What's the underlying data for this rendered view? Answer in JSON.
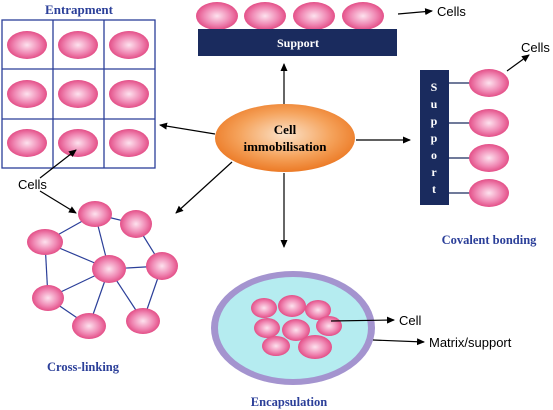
{
  "colors": {
    "accent_navy": "#1a2b5e",
    "title_blue": "#2b3f99",
    "cell_pink": "#e8528a",
    "center_orange": "#f08a34",
    "capsule_cyan": "#b5ecf0",
    "capsule_rim": "#a494cf"
  },
  "center": {
    "line1": "Cell",
    "line2": "immobilisation"
  },
  "entrapment": {
    "title": "Entrapment"
  },
  "support_top": {
    "label": "Support",
    "cells_label": "Cells"
  },
  "covalent": {
    "support_letters": [
      "S",
      "u",
      "p",
      "p",
      "o",
      "r",
      "t"
    ],
    "cells_label": "Cells",
    "title": "Covalent bonding"
  },
  "crosslinking": {
    "cells_label": "Cells",
    "title": "Cross-linking"
  },
  "encapsulation": {
    "cell_label": "Cell",
    "matrix_label": "Matrix/support",
    "title": "Encapsulation"
  }
}
